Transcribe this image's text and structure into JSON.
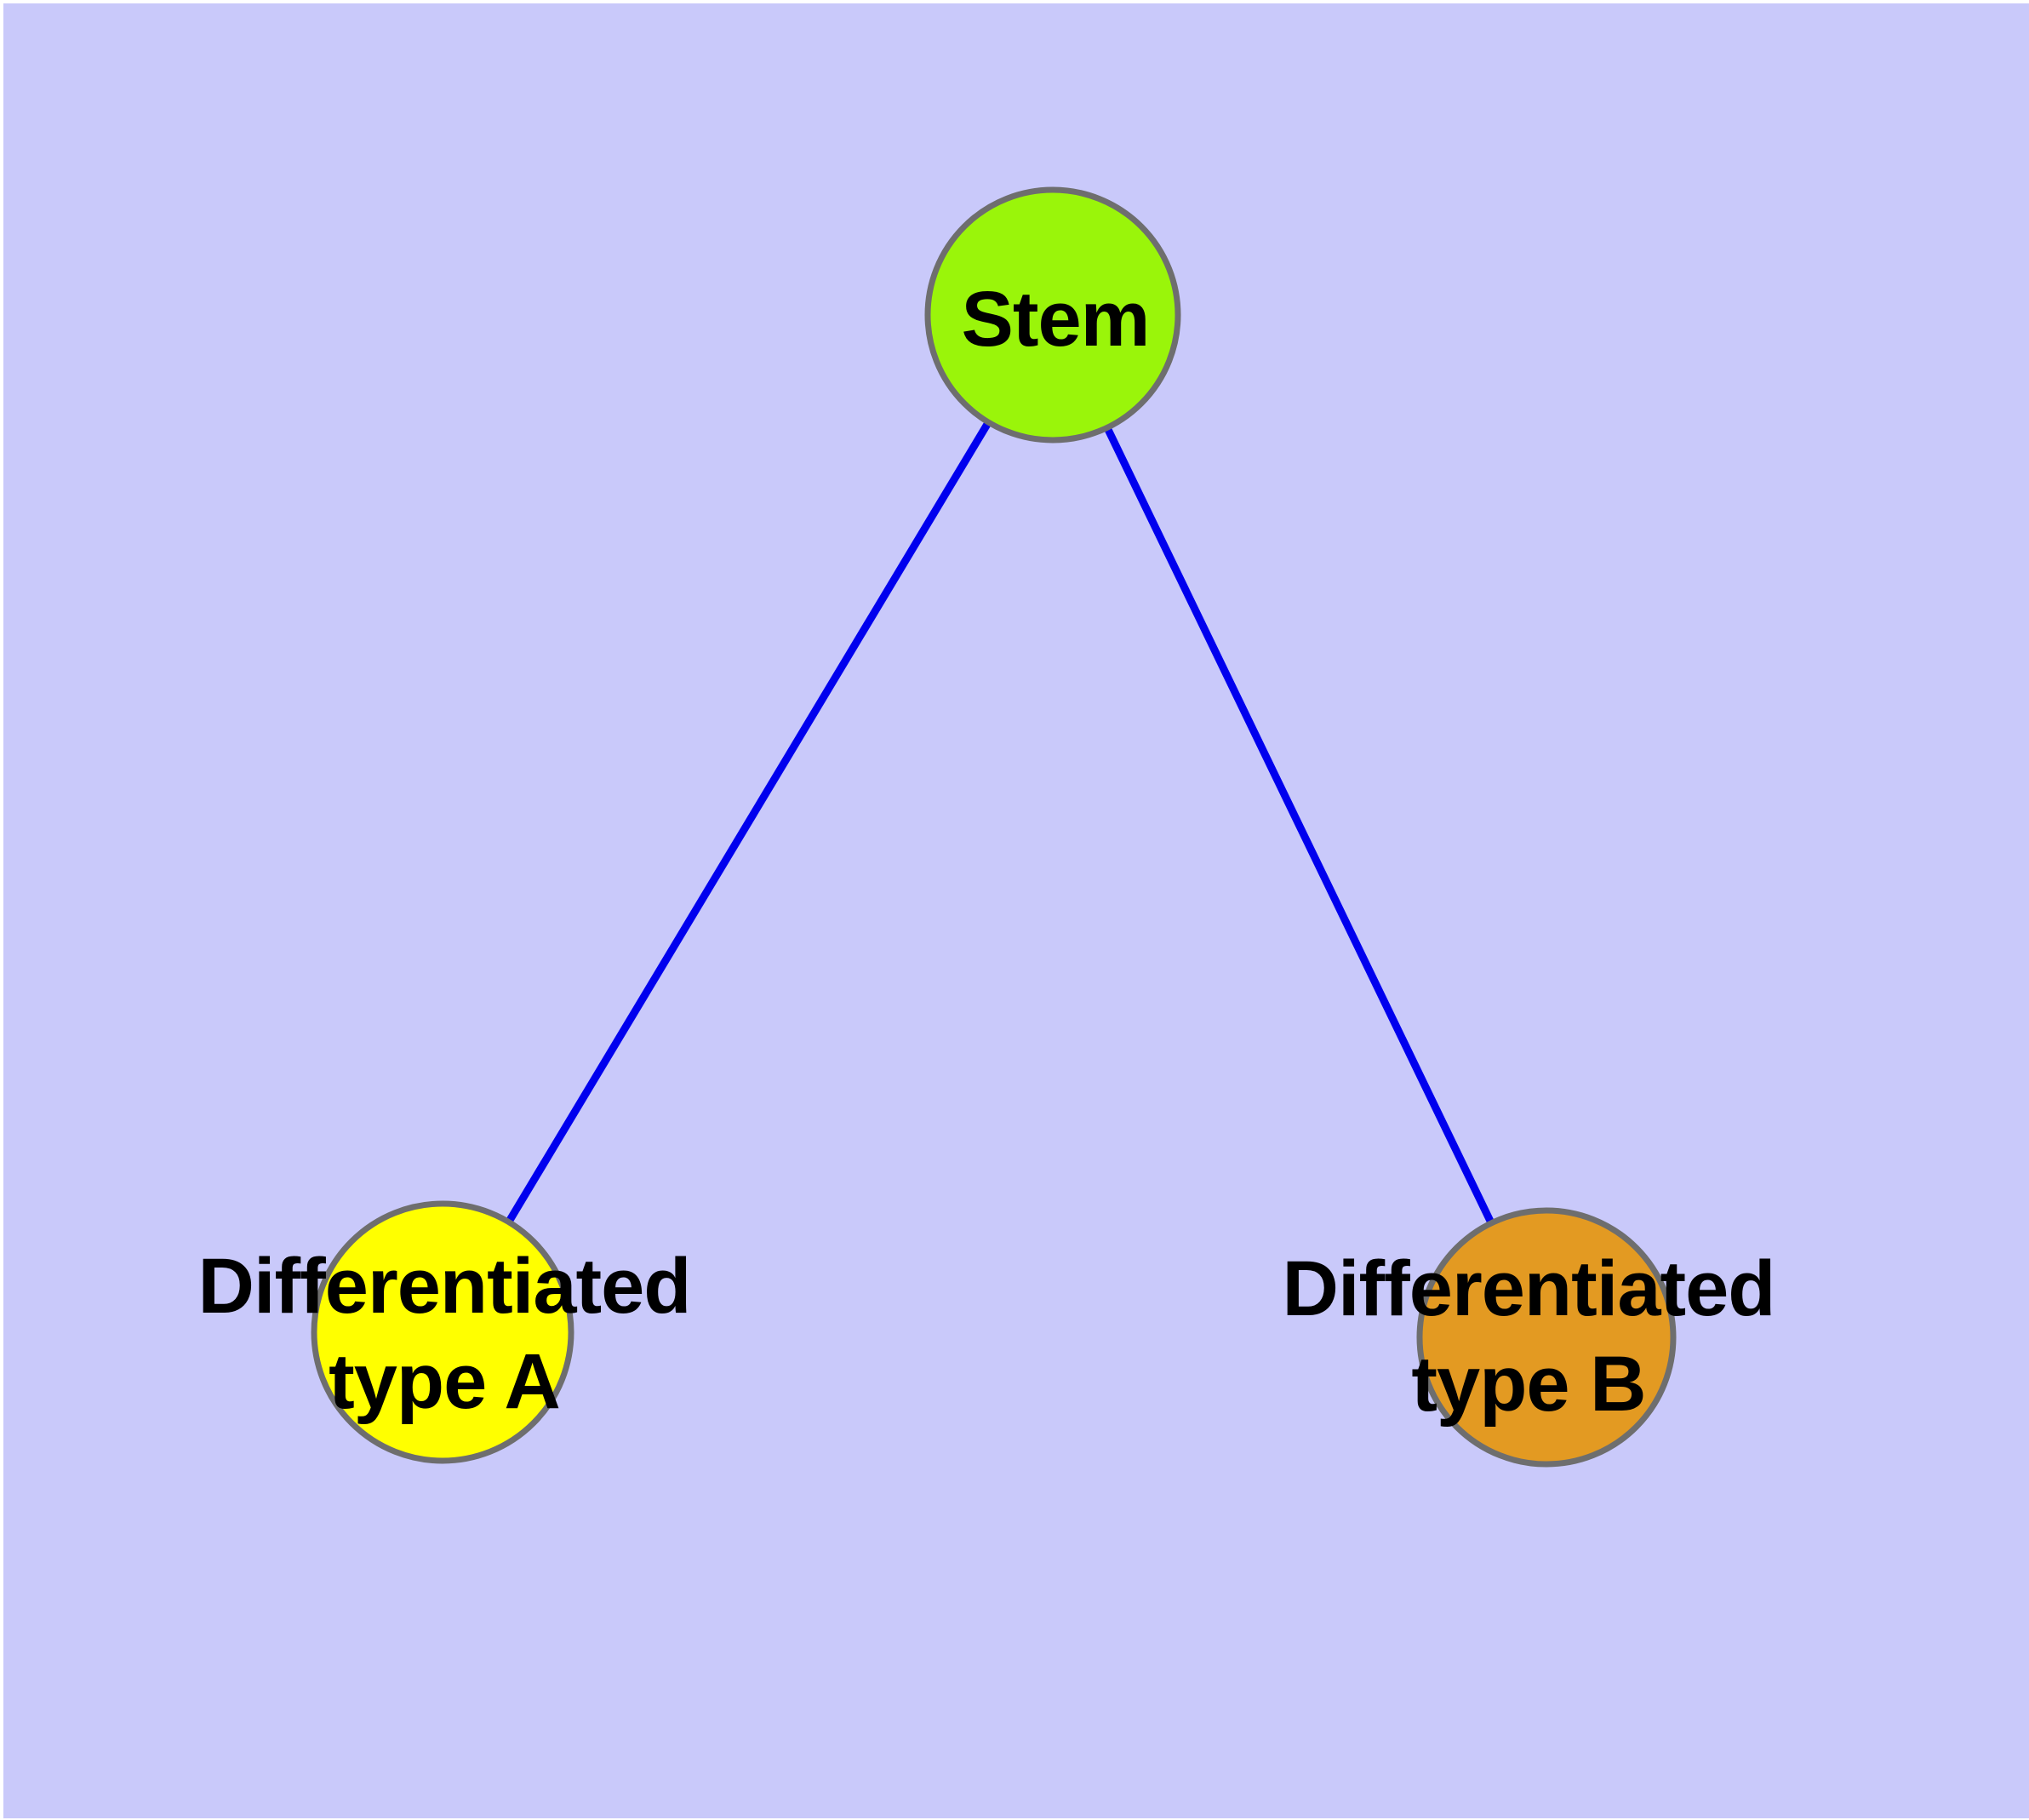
{
  "canvas": {
    "background_color": "#C9C9FA",
    "page_margin_color": "#FFFFFF"
  },
  "graph": {
    "description": "Cell differentiation tree: one stem node with two differentiated child nodes",
    "nodes": [
      {
        "id": "stem",
        "label": "Stem",
        "label_lines": [
          "Stem"
        ],
        "fill": "#9AF50A",
        "border": "#6E6E6E"
      },
      {
        "id": "differentiated-type-a",
        "label": "Differentiated type A",
        "label_lines": [
          "Differentiated",
          "type A"
        ],
        "fill": "#FFFF00",
        "border": "#6E6E6E"
      },
      {
        "id": "differentiated-type-b",
        "label": "Differentiated type B",
        "label_lines": [
          "Differentiated",
          "type B"
        ],
        "fill": "#E39A22",
        "border": "#6E6E6E"
      }
    ],
    "edges": [
      {
        "from": "stem",
        "to": "differentiated-type-a",
        "color": "#0000EE"
      },
      {
        "from": "stem",
        "to": "differentiated-type-b",
        "color": "#0000EE"
      }
    ]
  }
}
